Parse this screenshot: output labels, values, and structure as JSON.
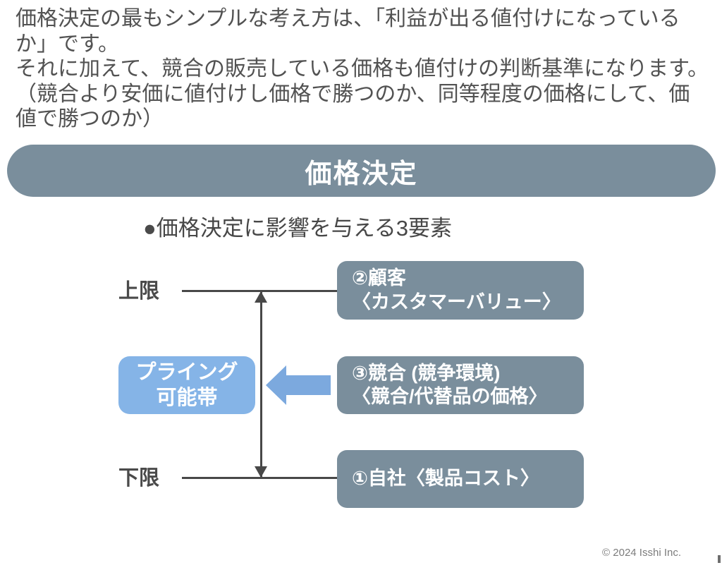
{
  "intro": {
    "lines": [
      "価格決定の最もシンプルな考え方は、「利益が出る値付けになっている",
      "か」です。",
      "それに加えて、競合の販売している価格も値付けの判断基準になります。",
      "（競合より安価に値付けし価格で勝つのか、同等程度の価格にして、価",
      "値で勝つのか）"
    ]
  },
  "banner": {
    "title": "価格決定"
  },
  "section": {
    "bullet": "●",
    "heading": "価格決定に影響を与える3要素"
  },
  "diagram": {
    "upper_limit_label": "上限",
    "lower_limit_label": "下限",
    "band": {
      "line1": "プライング",
      "line2": "可能帯"
    },
    "customer": {
      "line1": "②顧客",
      "line2": "〈カスタマーバリュー〉"
    },
    "competitor": {
      "line1": "③競合 (競争環境)",
      "line2": "〈競合/代替品の価格〉"
    },
    "company": {
      "line1": "①自社〈製品コスト〉"
    }
  },
  "footer": {
    "copyright": "© 2024 Isshi Inc."
  },
  "colors": {
    "slate": "#7a8e9c",
    "band_blue": "#85b4e7",
    "arrow_blue": "#7ca9de",
    "line_dark": "#484848",
    "body_text": "#525252"
  }
}
